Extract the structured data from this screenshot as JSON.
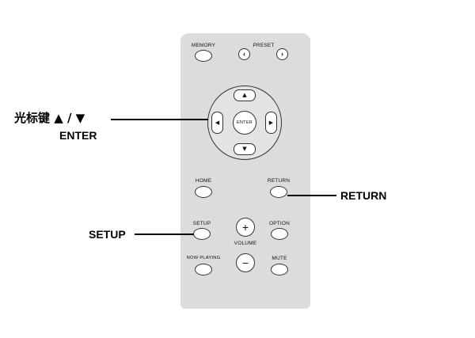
{
  "colors": {
    "remote_body": "#dcdcdc",
    "button_fill": "#ffffff",
    "outline": "#333333"
  },
  "remote": {
    "memory": {
      "label": "MEMORY"
    },
    "preset": {
      "label": "PRESET",
      "left_icon": "‹",
      "right_icon": "›"
    },
    "dpad": {
      "up": "▲",
      "down": "▼",
      "left": "◀",
      "right": "▶",
      "enter": "ENTER"
    },
    "home": {
      "label": "HOME"
    },
    "return": {
      "label": "RETURN"
    },
    "setup": {
      "label": "SETUP"
    },
    "option": {
      "label": "OPTION"
    },
    "now_playing": {
      "label": "NOW PLAYING"
    },
    "mute": {
      "label": "MUTE"
    },
    "volume": {
      "label": "VOLUME",
      "plus": "+",
      "minus": "−"
    }
  },
  "callouts": {
    "cursor_keys": "光标键 ▲ / ▼",
    "enter": "ENTER",
    "return": "RETURN",
    "setup": "SETUP"
  }
}
